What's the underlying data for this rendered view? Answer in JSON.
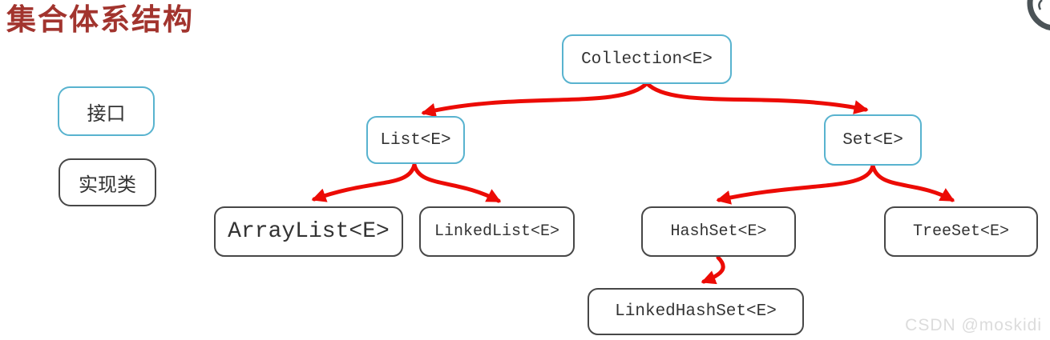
{
  "page": {
    "title": "集合体系结构",
    "watermark": "CSDN @moskidi"
  },
  "colors": {
    "title": "#a2342e",
    "interface_border": "#58b3cf",
    "class_border": "#474747",
    "arrow": "#ec0b05",
    "watermark": "#dcdcdc",
    "logo": "#4b5357"
  },
  "legend": {
    "interface_label": "接口",
    "implementation_label": "实现类"
  },
  "nodes": {
    "collection": {
      "label": "Collection<E>",
      "kind": "interface"
    },
    "list": {
      "label": "List<E>",
      "kind": "interface"
    },
    "set": {
      "label": "Set<E>",
      "kind": "interface"
    },
    "arraylist": {
      "label": "ArrayList<E>",
      "kind": "class"
    },
    "linkedlist": {
      "label": "LinkedList<E>",
      "kind": "class"
    },
    "hashset": {
      "label": "HashSet<E>",
      "kind": "class"
    },
    "treeset": {
      "label": "TreeSet<E>",
      "kind": "class"
    },
    "linkedhashset": {
      "label": "LinkedHashSet<E>",
      "kind": "class"
    }
  },
  "edges": [
    {
      "from": "collection",
      "to": "list"
    },
    {
      "from": "collection",
      "to": "set"
    },
    {
      "from": "list",
      "to": "arraylist"
    },
    {
      "from": "list",
      "to": "linkedlist"
    },
    {
      "from": "set",
      "to": "hashset"
    },
    {
      "from": "set",
      "to": "treeset"
    },
    {
      "from": "hashset",
      "to": "linkedhashset"
    }
  ],
  "icons": {
    "corner_logo": "partial-circle-logo"
  }
}
